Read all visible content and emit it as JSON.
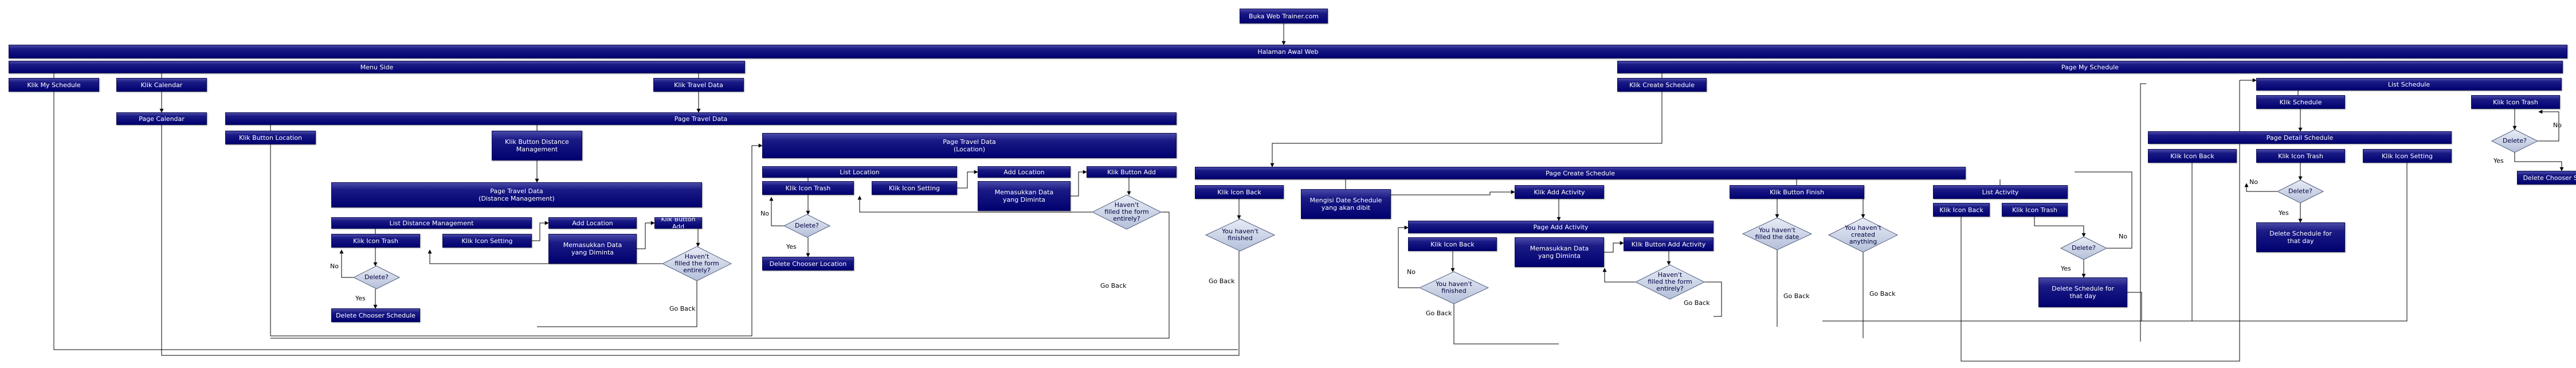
{
  "nodes": {
    "buka": "Buka Web Trainer.com",
    "halaman": "Halaman Awal Web",
    "menu_side": "Menu Side",
    "page_my_schedule": "Page My Schedule",
    "klik_my_schedule": "Klik My Schedule",
    "klik_calendar": "Klik Calendar",
    "klik_travel_data": "Klik Travel Data",
    "page_calendar": "Page Calendar",
    "page_travel_data": "Page Travel Data",
    "klik_button_location": "Klik Button Location",
    "klik_button_distance": "Klik Button Distance\nManagement",
    "page_travel_location": "Page Travel Data\n(Location)",
    "list_location": "List Location",
    "add_location_loc": "Add Location",
    "klik_button_add_loc": "Klik Button Add",
    "klik_icon_trash_loc": "Klik Icon Trash",
    "klik_icon_setting_loc": "Klik Icon Setting",
    "memasukkan_loc": "Memasukkan Data\nyang Diminta",
    "delete_chooser_location": "Delete Chooser Location",
    "page_travel_distance": "Page Travel Data\n(Distance Management)",
    "list_distance": "List Distance Management",
    "add_location_dist": "Add Location",
    "klik_button_add_dist": "Klik Button Add",
    "klik_icon_trash_dist": "Klik Icon Trash",
    "klik_icon_setting_dist": "Klik Icon Setting",
    "memasukkan_dist": "Memasukkan Data\nyang Diminta",
    "delete_chooser_schedule_dist": "Delete Chooser Schedule",
    "klik_create_schedule": "Klik Create Schedule",
    "page_create_schedule": "Page Create Schedule",
    "klik_icon_back_cs": "Klik Icon Back",
    "mengisi_date": "Mengisi Date Schedule\nyang akan dibit",
    "klik_add_activity": "Klik Add Activity",
    "page_add_activity": "Page Add Activity",
    "klik_icon_back_aa": "Klik Icon Back",
    "memasukkan_aa": "Memasukkan Data\nyang Diminta",
    "klik_button_add_activity": "Klik Button Add Activity",
    "klik_button_finish": "Klik Button Finish",
    "list_activity": "List Activity",
    "klik_icon_back_la": "Klik Icon Back",
    "klik_icon_trash_la": "Klik Icon Trash",
    "delete_schedule_day_la": "Delete Schedule for\nthat day",
    "list_schedule": "List Schedule",
    "klik_schedule": "Klik Schedule",
    "klik_icon_trash_ls": "Klik Icon Trash",
    "page_detail_schedule": "Page Detail Schedule",
    "klik_icon_back_ds": "Klik Icon Back",
    "klik_icon_trash_ds": "Klik Icon Trash",
    "klik_icon_setting_ds": "Klik Icon Setting",
    "delete_schedule_day_ds": "Delete Schedule for\nthat day",
    "delete_chooser_schedule_ls": "Delete Chooser Schedule"
  },
  "decisions": {
    "delete_loc": "Delete?",
    "haven_loc": "Haven't\nfilled the form\nentirely?",
    "delete_dist": "Delete?",
    "haven_dist": "Haven't\nfilled the form\nentirely?",
    "unfinished_cs": "You haven't\nfinished",
    "unfinished_aa": "You haven't\nfinished",
    "haven_aa": "Haven't\nfilled the form\nentirely?",
    "date_finish": "You haven't\nfilled the date",
    "create_finish": "You haven't\ncreated\nanything",
    "delete_la": "Delete?",
    "delete_ds": "Delete?",
    "delete_ls": "Delete?"
  },
  "labels": {
    "no": "No",
    "yes": "Yes",
    "go_back": "Go Back"
  }
}
